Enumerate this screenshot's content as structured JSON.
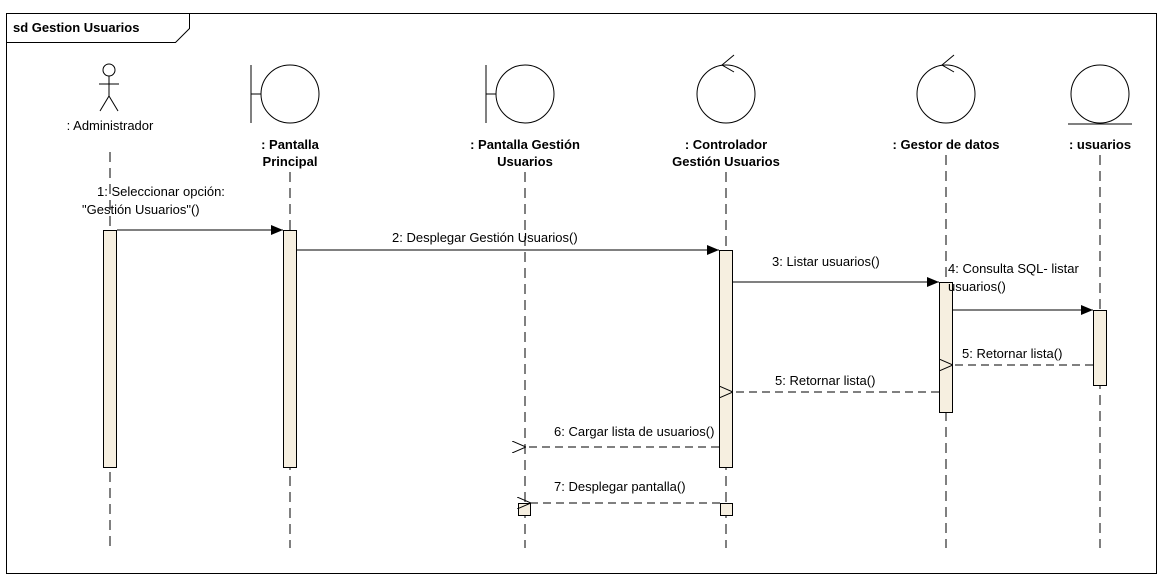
{
  "frame": {
    "title": "sd Gestion Usuarios"
  },
  "colors": {
    "line": "#000000",
    "activation_fill": "#f6efe0",
    "background": "#ffffff"
  },
  "lifelines": [
    {
      "id": "admin",
      "kind": "actor",
      "icon": "actor-icon",
      "lines": [
        ": Administrador"
      ],
      "bold": false
    },
    {
      "id": "principal",
      "kind": "boundary",
      "icon": "boundary-icon",
      "lines": [
        ": Pantalla",
        "Principal"
      ],
      "bold": true
    },
    {
      "id": "gestion",
      "kind": "boundary",
      "icon": "boundary-icon",
      "lines": [
        ": Pantalla Gestión",
        "Usuarios"
      ],
      "bold": true
    },
    {
      "id": "controlador",
      "kind": "control",
      "icon": "control-icon",
      "lines": [
        ": Controlador",
        "Gestión Usuarios"
      ],
      "bold": true
    },
    {
      "id": "gestor",
      "kind": "control",
      "icon": "control-icon",
      "lines": [
        ": Gestor de datos"
      ],
      "bold": true
    },
    {
      "id": "usuarios",
      "kind": "entity",
      "icon": "entity-icon",
      "lines": [
        ": usuarios"
      ],
      "bold": true
    }
  ],
  "messages": [
    {
      "id": "m1",
      "number": 1,
      "from": "admin",
      "to": "principal",
      "type": "sync",
      "lines": [
        "1: Seleccionar opción:",
        "\"Gestión Usuarios\"()"
      ]
    },
    {
      "id": "m2",
      "number": 2,
      "from": "principal",
      "to": "controlador",
      "type": "sync",
      "lines": [
        "2: Desplegar Gestión Usuarios()"
      ]
    },
    {
      "id": "m3",
      "number": 3,
      "from": "controlador",
      "to": "gestor",
      "type": "sync",
      "lines": [
        "3: Listar usuarios()"
      ]
    },
    {
      "id": "m4",
      "number": 4,
      "from": "gestor",
      "to": "usuarios",
      "type": "sync",
      "lines": [
        "4: Consulta SQL- listar",
        "usuarios()"
      ]
    },
    {
      "id": "m5a",
      "number": 5,
      "from": "usuarios",
      "to": "gestor",
      "type": "return",
      "lines": [
        "5: Retornar lista()"
      ]
    },
    {
      "id": "m5b",
      "number": 5,
      "from": "gestor",
      "to": "controlador",
      "type": "return",
      "lines": [
        "5: Retornar lista()"
      ]
    },
    {
      "id": "m6",
      "number": 6,
      "from": "controlador",
      "to": "gestion",
      "type": "return",
      "lines": [
        "6: Cargar lista de usuarios()"
      ]
    },
    {
      "id": "m7",
      "number": 7,
      "from": "controlador",
      "to": "gestion",
      "type": "return",
      "lines": [
        "7: Desplegar pantalla()"
      ]
    }
  ]
}
